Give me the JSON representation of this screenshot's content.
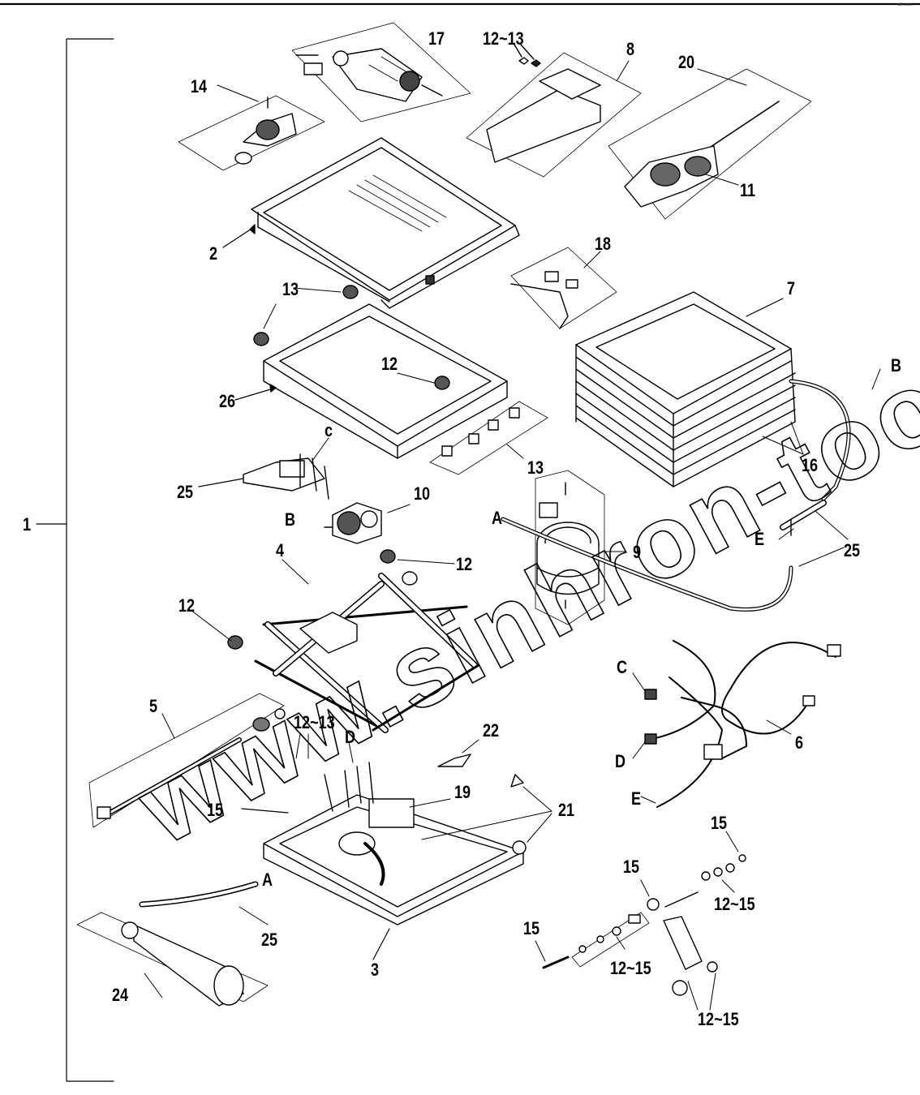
{
  "corner_mark": "ᵃʰ ᵒᵒᵒ",
  "watermark": "www.sinhron-too.kz",
  "labels": {
    "l1": "1",
    "l2": "2",
    "l3": "3",
    "l4": "4",
    "l5": "5",
    "l6": "6",
    "l7": "7",
    "l8": "8",
    "l9": "9",
    "l10": "10",
    "l11": "11",
    "l12a": "12",
    "l12b": "12",
    "l12c": "12",
    "l12_13a": "12~13",
    "l12_13b": "12~13",
    "l12_15a": "12~15",
    "l12_15b": "12~15",
    "l12_15c": "12~15",
    "l13a": "13",
    "l13b": "13",
    "l14": "14",
    "l15a": "15",
    "l15b": "15",
    "l15c": "15",
    "l15d": "15",
    "l16": "16",
    "l17": "17",
    "l18": "18",
    "l19": "19",
    "l20": "20",
    "l21": "21",
    "l22": "22",
    "l24": "24",
    "l25a": "25",
    "l25b": "25",
    "l25c": "25",
    "l26": "26",
    "lA1": "A",
    "lA2": "A",
    "lB1": "B",
    "lB2": "B",
    "lc": "c",
    "lC": "C",
    "lD1": "D",
    "lD2": "D",
    "lE1": "E",
    "lE2": "E"
  }
}
